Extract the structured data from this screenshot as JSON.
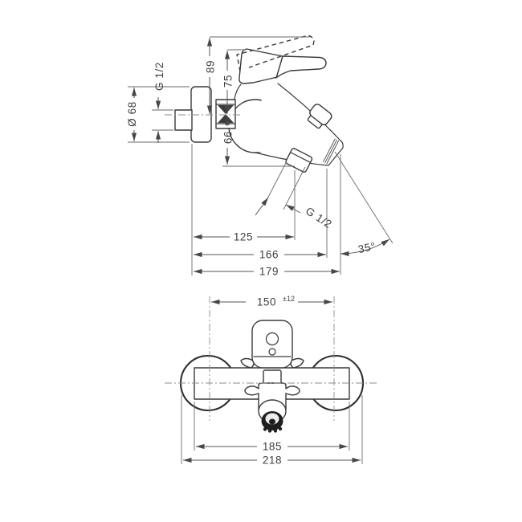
{
  "drawing": {
    "side_view": {
      "dim_height_open": "89",
      "dim_height_handle": "75",
      "thread_inlet": "G 1/2",
      "dia_escutcheon": "Ø 68",
      "dim_drop_outlet": "66",
      "thread_hose": "G 1/2",
      "dim_reach_hose": "125",
      "dim_reach_spout": "166",
      "dim_reach_total": "179",
      "spout_angle": "35°"
    },
    "front_view": {
      "dim_centers": "150",
      "dim_centers_tolerance": "±12",
      "dim_body_width": "185",
      "dim_overall_width": "218"
    }
  }
}
